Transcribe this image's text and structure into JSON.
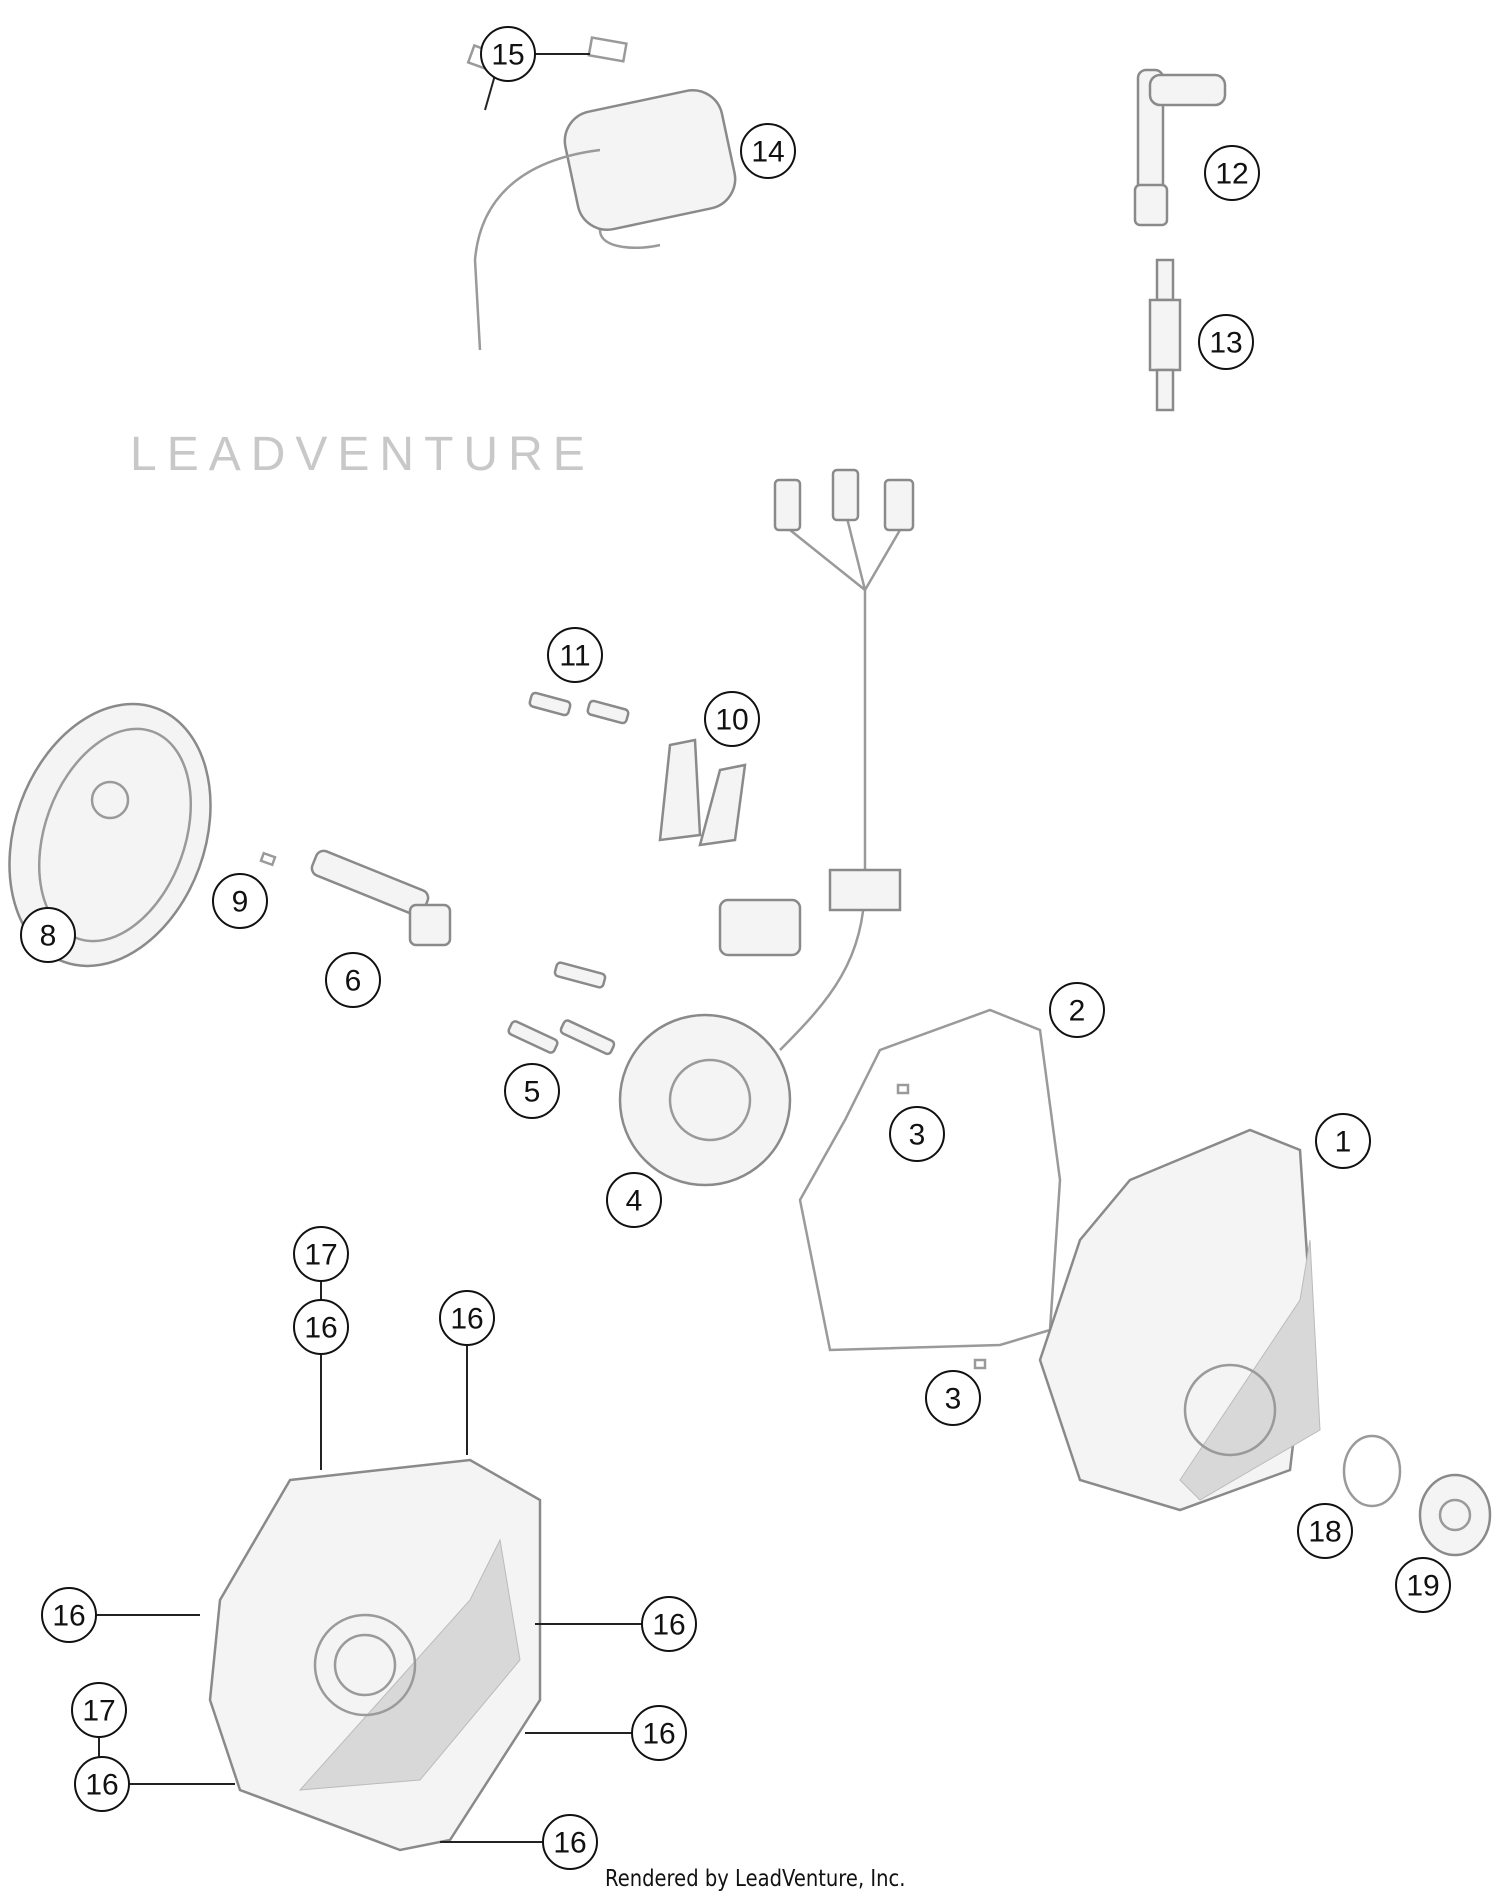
{
  "diagram": {
    "callouts": [
      "15",
      "14",
      "12",
      "13",
      "11",
      "10",
      "8",
      "9",
      "6",
      "2",
      "5",
      "3",
      "1",
      "4",
      "17",
      "16",
      "16",
      "3",
      "18",
      "19",
      "16",
      "16",
      "17",
      "16",
      "16",
      "16"
    ],
    "watermark": "LEADVENTURE"
  },
  "footer": {
    "text": "Rendered by LeadVenture, Inc."
  },
  "colors": {
    "line": "#9a9a9a",
    "callout": "#111111",
    "background": "#ffffff"
  }
}
